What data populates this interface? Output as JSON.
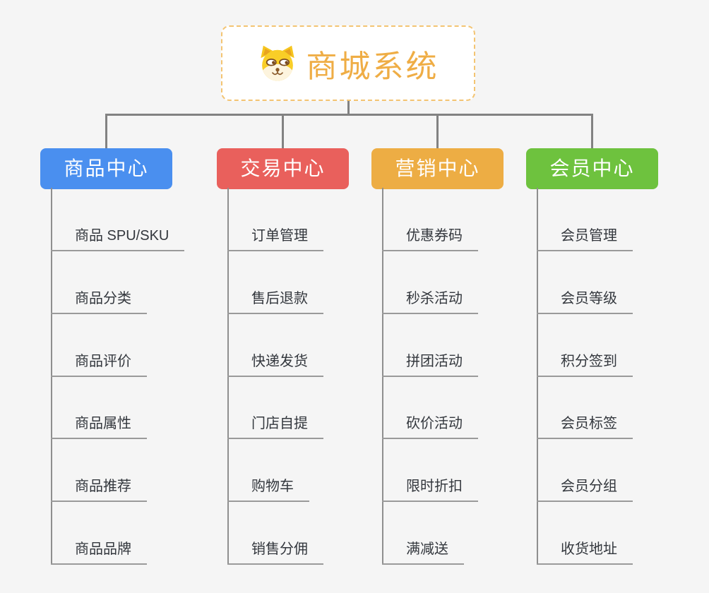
{
  "canvas": {
    "background": "#F5F5F5",
    "connector_color": "#828282",
    "underline_color": "#9A9A9A"
  },
  "root": {
    "title": "商城系统",
    "icon": "dog-face-icon",
    "text_color": "#EFAD45",
    "border_color": "#F3C472",
    "background": "#FFFFFF"
  },
  "branches": [
    {
      "label": "商品中心",
      "color": "#4A8FEF",
      "items": [
        "商品 SPU/SKU",
        "商品分类",
        "商品评价",
        "商品属性",
        "商品推荐",
        "商品品牌"
      ]
    },
    {
      "label": "交易中心",
      "color": "#E9605C",
      "items": [
        "订单管理",
        "售后退款",
        "快递发货",
        "门店自提",
        "购物车",
        "销售分佣"
      ]
    },
    {
      "label": "营销中心",
      "color": "#EDAD44",
      "items": [
        "优惠券码",
        "秒杀活动",
        "拼团活动",
        "砍价活动",
        "限时折扣",
        "满减送"
      ]
    },
    {
      "label": "会员中心",
      "color": "#6EC23E",
      "items": [
        "会员管理",
        "会员等级",
        "积分签到",
        "会员标签",
        "会员分组",
        "收货地址"
      ]
    }
  ]
}
